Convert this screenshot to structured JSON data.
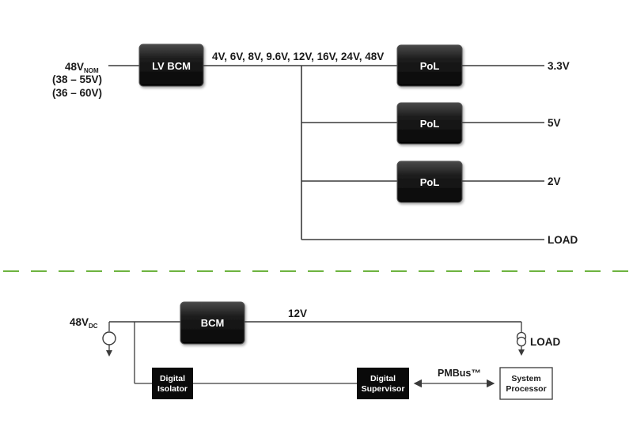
{
  "top": {
    "input": {
      "main": "48V",
      "sub": "NOM",
      "range1": "(38 – 55V)",
      "range2": "(36 – 60V)"
    },
    "converter": "LV BCM",
    "bus_label": "4V, 6V, 8V, 9.6V, 12V, 16V, 24V, 48V",
    "pol_label": "PoL",
    "outputs": [
      "3.3V",
      "5V",
      "2V"
    ],
    "load": "LOAD"
  },
  "bottom": {
    "input": {
      "main": "48V",
      "sub": "DC"
    },
    "converter": "BCM",
    "bus_voltage": "12V",
    "load": "LOAD",
    "isolator": [
      "Digital",
      "Isolator"
    ],
    "supervisor": [
      "Digital",
      "Supervisor"
    ],
    "pmbus": "PMBus™",
    "processor": [
      "System",
      "Processor"
    ]
  },
  "colors": {
    "divider": "#6db33f",
    "box_dark": "#111111",
    "wire": "#3a3a3a"
  }
}
